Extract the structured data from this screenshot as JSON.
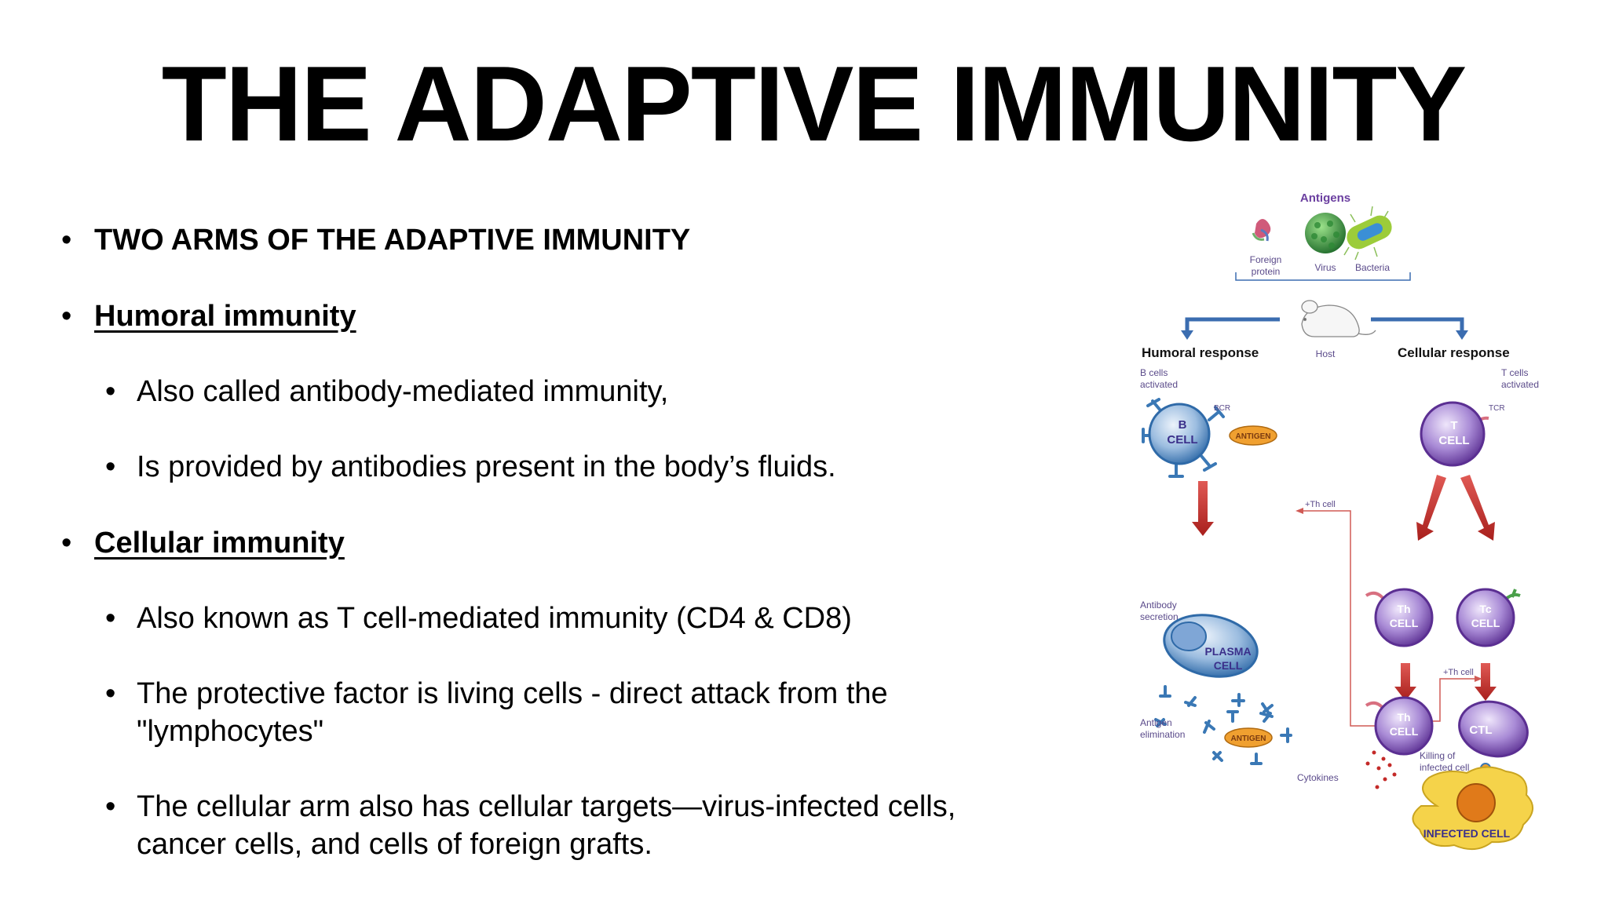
{
  "title": "THE ADAPTIVE IMMUNITY",
  "bullets": {
    "b1": "TWO ARMS OF THE ADAPTIVE IMMUNITY",
    "b2": "Humoral immunity",
    "b3": "Also called antibody-mediated immunity,",
    "b4": "Is provided by antibodies present in the body’s fluids.",
    "b5": "Cellular immunity",
    "b6": "Also known as T cell-mediated immunity (CD4 & CD8)",
    "b7_line1": "The protective factor is living cells - direct attack from the",
    "b7_line2": "\"lymphocytes\"",
    "b8_line1": "The cellular arm also has cellular targets—virus-infected cells,",
    "b8_line2": "cancer cells, and cells of foreign grafts.",
    "bullet_glyph": "•"
  },
  "diagram": {
    "antigens": "Antigens",
    "foreign1": "Foreign",
    "foreign2": "protein",
    "virus": "Virus",
    "bacteria": "Bacteria",
    "host": "Host",
    "humoral": "Humoral response",
    "cellular": "Cellular response",
    "bcells1": "B cells",
    "bcells2": "activated",
    "tcells1": "T cells",
    "tcells2": "activated",
    "bcr": "BCR",
    "tcr": "TCR",
    "b": "B",
    "cell": "CELL",
    "t": "T",
    "antigen": "ANTIGEN",
    "th_plus": "+Th cell",
    "ab_sec1": "Antibody",
    "ab_sec2": "secretion",
    "plasma1": "PLASMA",
    "plasma2": "CELL",
    "th": "Th",
    "tc": "Tc",
    "ag_elim1": "Antigen",
    "ag_elim2": "elimination",
    "ctl": "CTL",
    "killing1": "Killing of",
    "killing2": "infected cell",
    "cytokines": "Cytokines",
    "infected": "INFECTED CELL",
    "colors": {
      "purple": "#6b3fa0",
      "blue_cell": "#3a78b5",
      "red_arrow": "#c42a28",
      "antigen_orange": "#f0a030",
      "infected_yellow": "#f5d34a"
    }
  }
}
